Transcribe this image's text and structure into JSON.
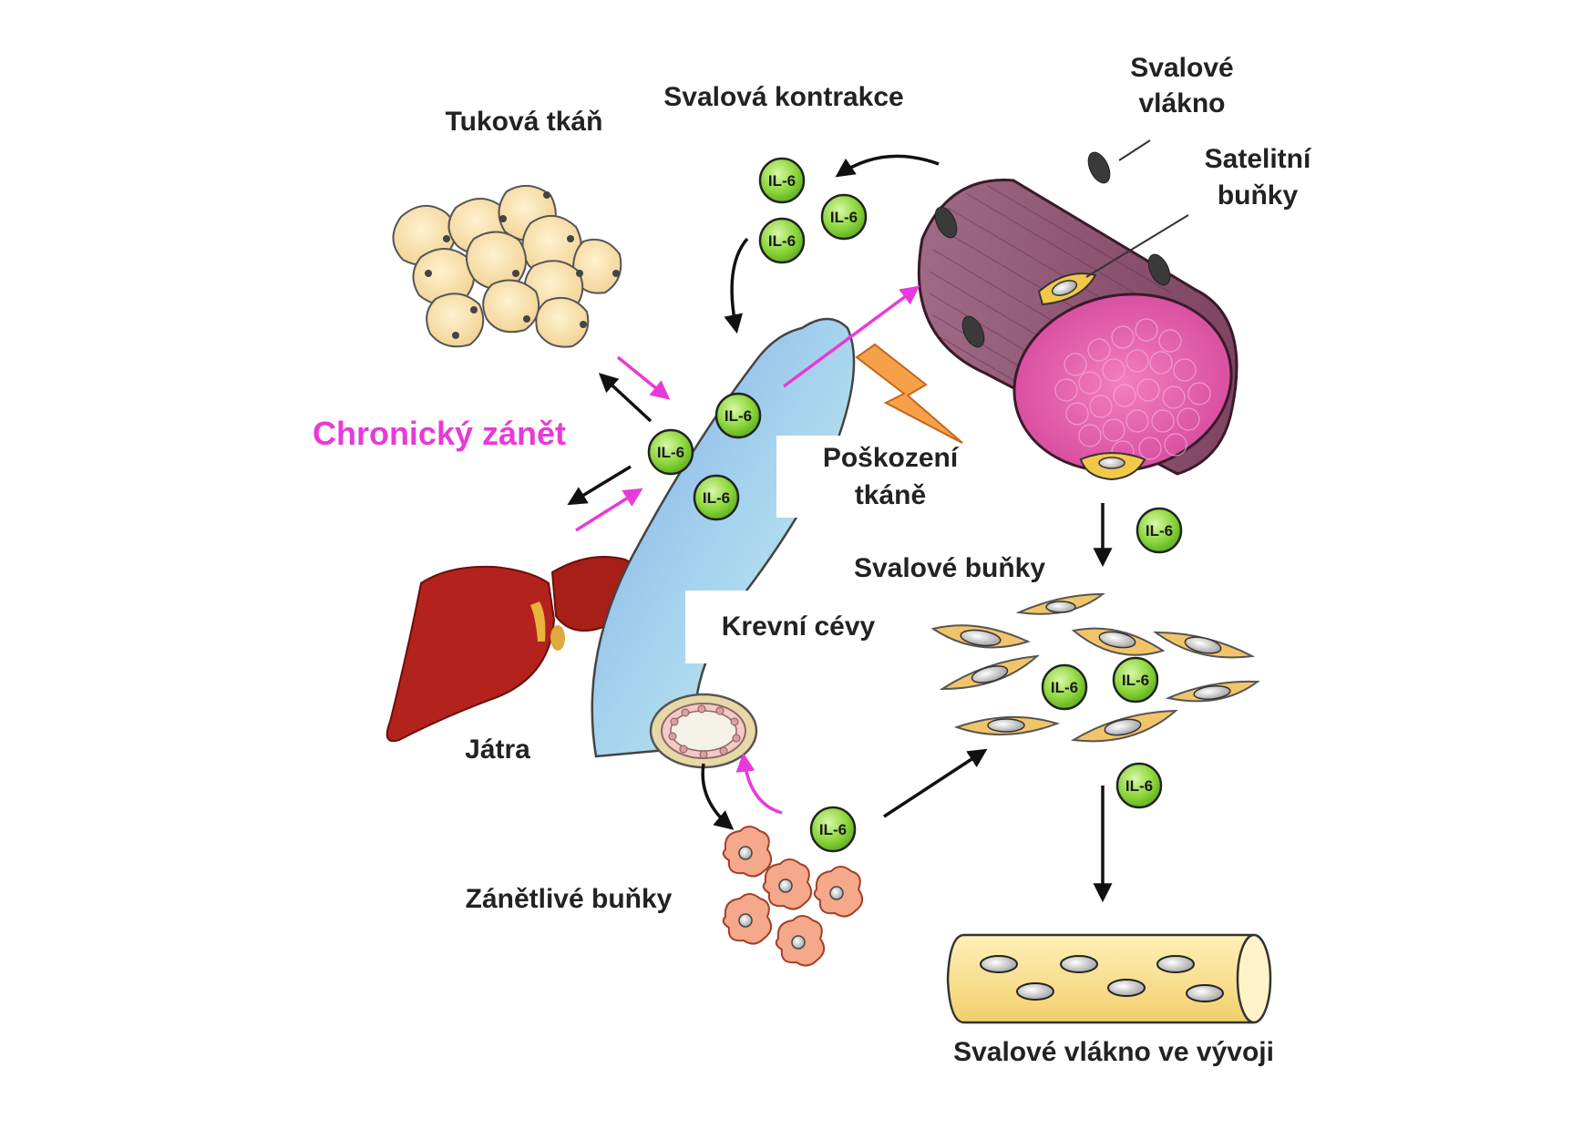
{
  "labels": {
    "adipose": "Tuková tkáň",
    "contraction": "Svalová kontrakce",
    "fiber_line1": "Svalové",
    "fiber_line2": "vlákno",
    "satellite_line1": "Satelitní",
    "satellite_line2": "buňky",
    "inflammation": "Chronický zánět",
    "damage_line1": "Poškození",
    "damage_line2": "tkáně",
    "muscle_cells": "Svalové buňky",
    "vessels": "Krevní cévy",
    "liver": "Játra",
    "inflammatory_cells": "Zánětlivé buňky",
    "developing_fiber": "Svalové vlákno ve vývoji"
  },
  "molecule_label": "IL-6",
  "colors": {
    "accent_pink": "#e83ad8",
    "il6_green": "#8bd63a",
    "muscle_purple": "#9a5a78",
    "muscle_pink": "#e05aa6",
    "vessel_blue": "#8fb8e8",
    "liver_red": "#b3221c",
    "fat_yellow": "#f6dca0",
    "cell_orange": "#f2c46a"
  },
  "icons": [
    "fat-cells-icon",
    "muscle-fiber-icon",
    "blood-vessel-icon",
    "liver-icon",
    "lightning-icon",
    "inflammatory-cell-icon",
    "myoblast-icon",
    "developing-fiber-icon"
  ]
}
